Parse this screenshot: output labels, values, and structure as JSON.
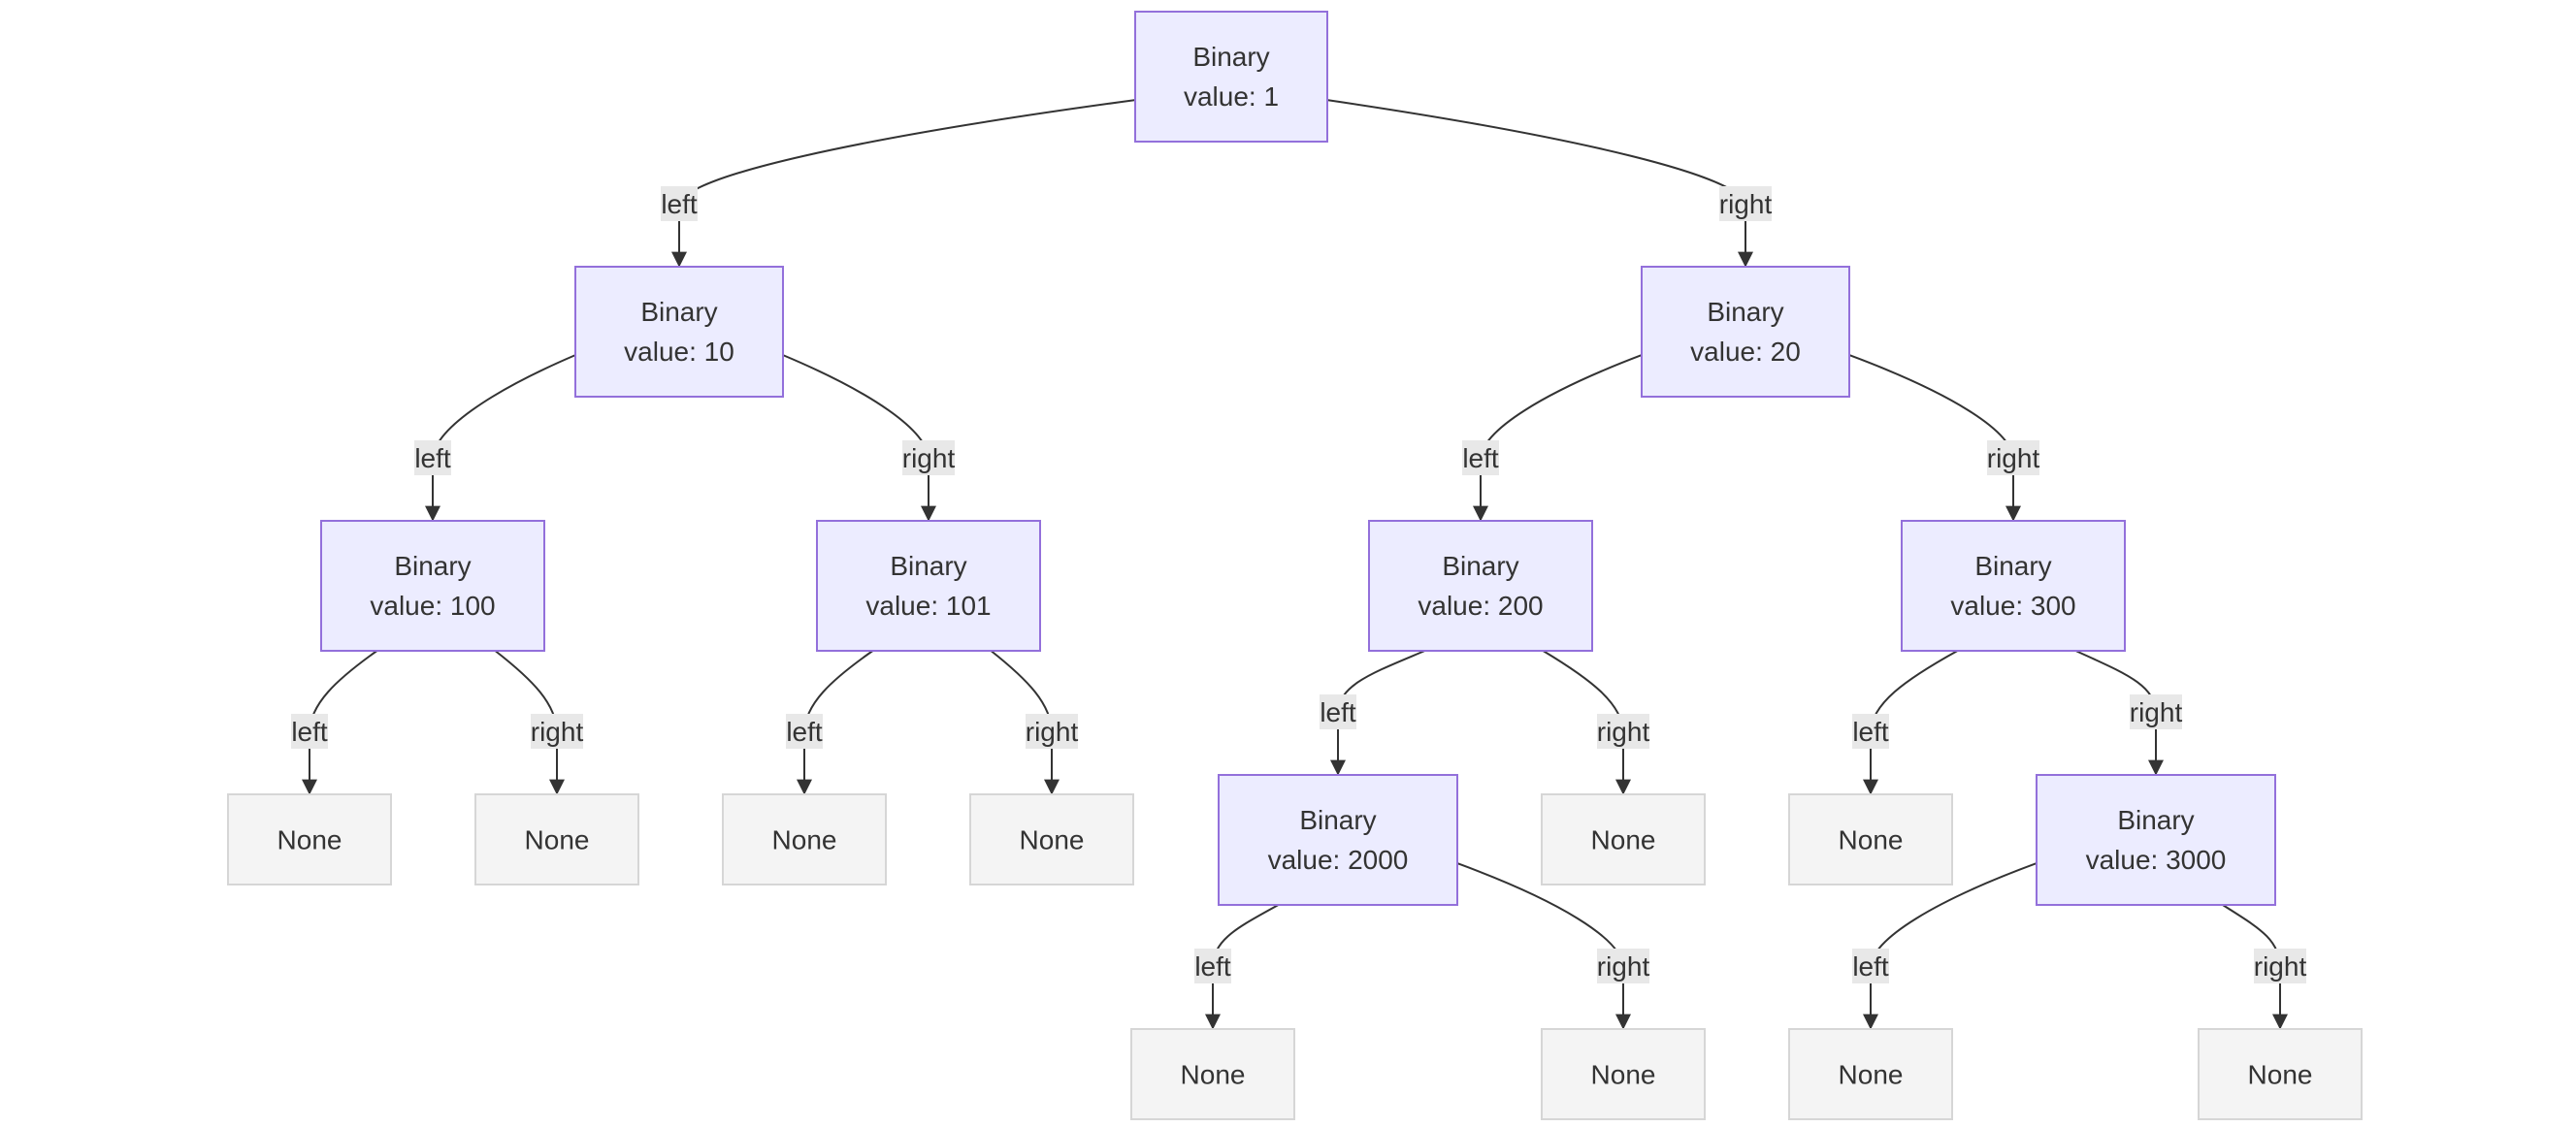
{
  "colors": {
    "binary_fill": "#ececff",
    "binary_stroke": "#9370db",
    "none_fill": "#f4f4f4",
    "none_stroke": "#d6d6d6",
    "edge": "#333333",
    "edge_label_bg": "#e8e8e8",
    "text": "#333333"
  },
  "nodes": [
    {
      "id": "n1",
      "kind": "binary",
      "title": "Binary",
      "value": "value: 1"
    },
    {
      "id": "n10",
      "kind": "binary",
      "title": "Binary",
      "value": "value: 10"
    },
    {
      "id": "n20",
      "kind": "binary",
      "title": "Binary",
      "value": "value: 20"
    },
    {
      "id": "n100",
      "kind": "binary",
      "title": "Binary",
      "value": "value: 100"
    },
    {
      "id": "n101",
      "kind": "binary",
      "title": "Binary",
      "value": "value: 101"
    },
    {
      "id": "n200",
      "kind": "binary",
      "title": "Binary",
      "value": "value: 200"
    },
    {
      "id": "n300",
      "kind": "binary",
      "title": "Binary",
      "value": "value: 300"
    },
    {
      "id": "n2000",
      "kind": "binary",
      "title": "Binary",
      "value": "value: 2000"
    },
    {
      "id": "n3000",
      "kind": "binary",
      "title": "Binary",
      "value": "value: 3000"
    },
    {
      "id": "none100L",
      "kind": "none",
      "title": "None"
    },
    {
      "id": "none100R",
      "kind": "none",
      "title": "None"
    },
    {
      "id": "none101L",
      "kind": "none",
      "title": "None"
    },
    {
      "id": "none101R",
      "kind": "none",
      "title": "None"
    },
    {
      "id": "none200R",
      "kind": "none",
      "title": "None"
    },
    {
      "id": "none300L",
      "kind": "none",
      "title": "None"
    },
    {
      "id": "none2000L",
      "kind": "none",
      "title": "None"
    },
    {
      "id": "none2000R",
      "kind": "none",
      "title": "None"
    },
    {
      "id": "none3000L",
      "kind": "none",
      "title": "None"
    },
    {
      "id": "none3000R",
      "kind": "none",
      "title": "None"
    }
  ],
  "edges": [
    {
      "from": "n1",
      "to": "n10",
      "label": "left"
    },
    {
      "from": "n1",
      "to": "n20",
      "label": "right"
    },
    {
      "from": "n10",
      "to": "n100",
      "label": "left"
    },
    {
      "from": "n10",
      "to": "n101",
      "label": "right"
    },
    {
      "from": "n20",
      "to": "n200",
      "label": "left"
    },
    {
      "from": "n20",
      "to": "n300",
      "label": "right"
    },
    {
      "from": "n100",
      "to": "none100L",
      "label": "left"
    },
    {
      "from": "n100",
      "to": "none100R",
      "label": "right"
    },
    {
      "from": "n101",
      "to": "none101L",
      "label": "left"
    },
    {
      "from": "n101",
      "to": "none101R",
      "label": "right"
    },
    {
      "from": "n200",
      "to": "n2000",
      "label": "left"
    },
    {
      "from": "n200",
      "to": "none200R",
      "label": "right"
    },
    {
      "from": "n300",
      "to": "none300L",
      "label": "left"
    },
    {
      "from": "n300",
      "to": "n3000",
      "label": "right"
    },
    {
      "from": "n2000",
      "to": "none2000L",
      "label": "left"
    },
    {
      "from": "n2000",
      "to": "none2000R",
      "label": "right"
    },
    {
      "from": "n3000",
      "to": "none3000L",
      "label": "left"
    },
    {
      "from": "n3000",
      "to": "none3000R",
      "label": "right"
    }
  ]
}
